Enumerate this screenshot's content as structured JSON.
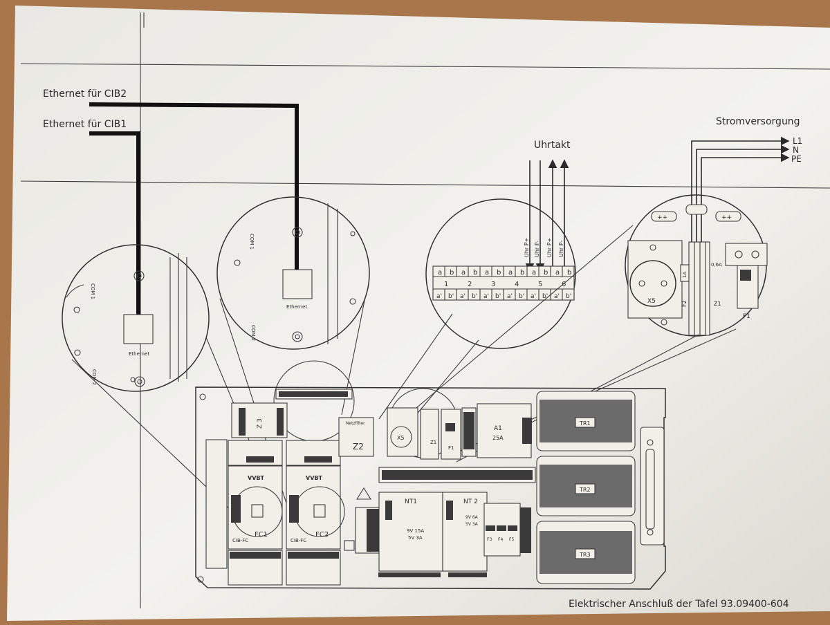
{
  "labels": {
    "eth_cib2": "Ethernet für CIB2",
    "eth_cib1": "Ethernet für CIB1",
    "uhrtakt": "Uhrtakt",
    "stromversorgung": "Stromversorgung",
    "l1": "L1",
    "n": "N",
    "pe": "PE",
    "caption": "Elektrischer Anschluß der Tafel 93.09400-604"
  },
  "detail_com_left": {
    "com1": "COM 1",
    "com2": "COM 2",
    "ethernet": "Ethernet"
  },
  "detail_com_mid": {
    "com1": "COM 1",
    "com2": "COM 2",
    "ethernet": "Ethernet"
  },
  "uhr_detail": {
    "signals": [
      "Uhr P+",
      "Uhr P-",
      "Uhr P+",
      "Uhr P-"
    ],
    "top_row": [
      "a",
      "b",
      "a",
      "b",
      "a",
      "b",
      "a",
      "b",
      "a",
      "b",
      "a",
      "b"
    ],
    "numbers": [
      "1",
      "2",
      "3",
      "4",
      "5",
      "6"
    ],
    "bottom_row": [
      "a'",
      "b'",
      "a'",
      "b'",
      "a'",
      "b'",
      "a'",
      "b'",
      "a'",
      "b'",
      "a'",
      "b'"
    ]
  },
  "power_detail": {
    "x5": "X5",
    "f1": "F1",
    "f2": "F2",
    "z1": "Z1",
    "fuse_rating": "0,6A",
    "fuse_small": "1A"
  },
  "panel": {
    "z3": "Z 3",
    "z2": "Z2",
    "x5": "X5",
    "z1": "Z1",
    "f1": "F1",
    "a1": "A1",
    "a1_rating": "25A",
    "filter": "Netzfilter",
    "tr1": "TR1",
    "tr2": "TR2",
    "tr3": "TR3",
    "nt1": "NT1",
    "nt1_spec": [
      "9V 15A",
      "5V 3A"
    ],
    "nt2": "NT 2",
    "nt2_spec": [
      "9V 6A",
      "5V 3A"
    ],
    "fc1": "FC1",
    "fc2": "FC2",
    "cib_fc_1": "CIB-FC",
    "cib_fc_2": "CIB-FC",
    "fuses": [
      "F3",
      "F4",
      "F5"
    ]
  }
}
